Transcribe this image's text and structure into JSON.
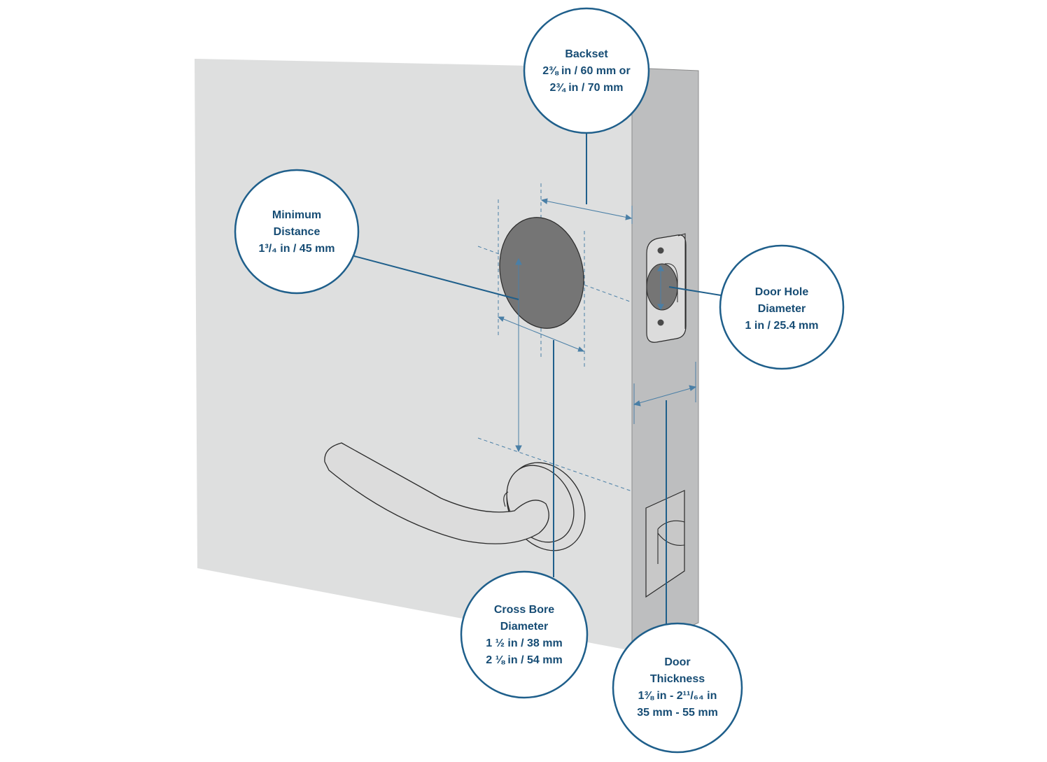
{
  "colors": {
    "accent": "#1f5f8b",
    "label_text": "#164c74",
    "door_face": "#dedfdf",
    "door_edge": "#bdbebf",
    "bore": "#757575",
    "outline": "#2a2a2a"
  },
  "callouts": {
    "backset": {
      "lines": [
        "Backset",
        "2⅜ in / 60 mm or",
        "2¾ in / 70 mm"
      ]
    },
    "minimum_distance": {
      "lines": [
        "Minimum",
        "Distance",
        "1³/₄ in / 45 mm"
      ]
    },
    "door_hole_diameter": {
      "lines": [
        "Door Hole",
        "Diameter",
        "1 in / 25.4 mm"
      ]
    },
    "cross_bore_diameter": {
      "lines": [
        "Cross Bore",
        "Diameter",
        "1 ½ in / 38 mm",
        "2 ⅛ in / 54 mm"
      ]
    },
    "door_thickness": {
      "lines": [
        "Door",
        "Thickness",
        "1⅜ in  - 2¹¹/₆₄ in",
        "35 mm - 55 mm"
      ]
    }
  }
}
